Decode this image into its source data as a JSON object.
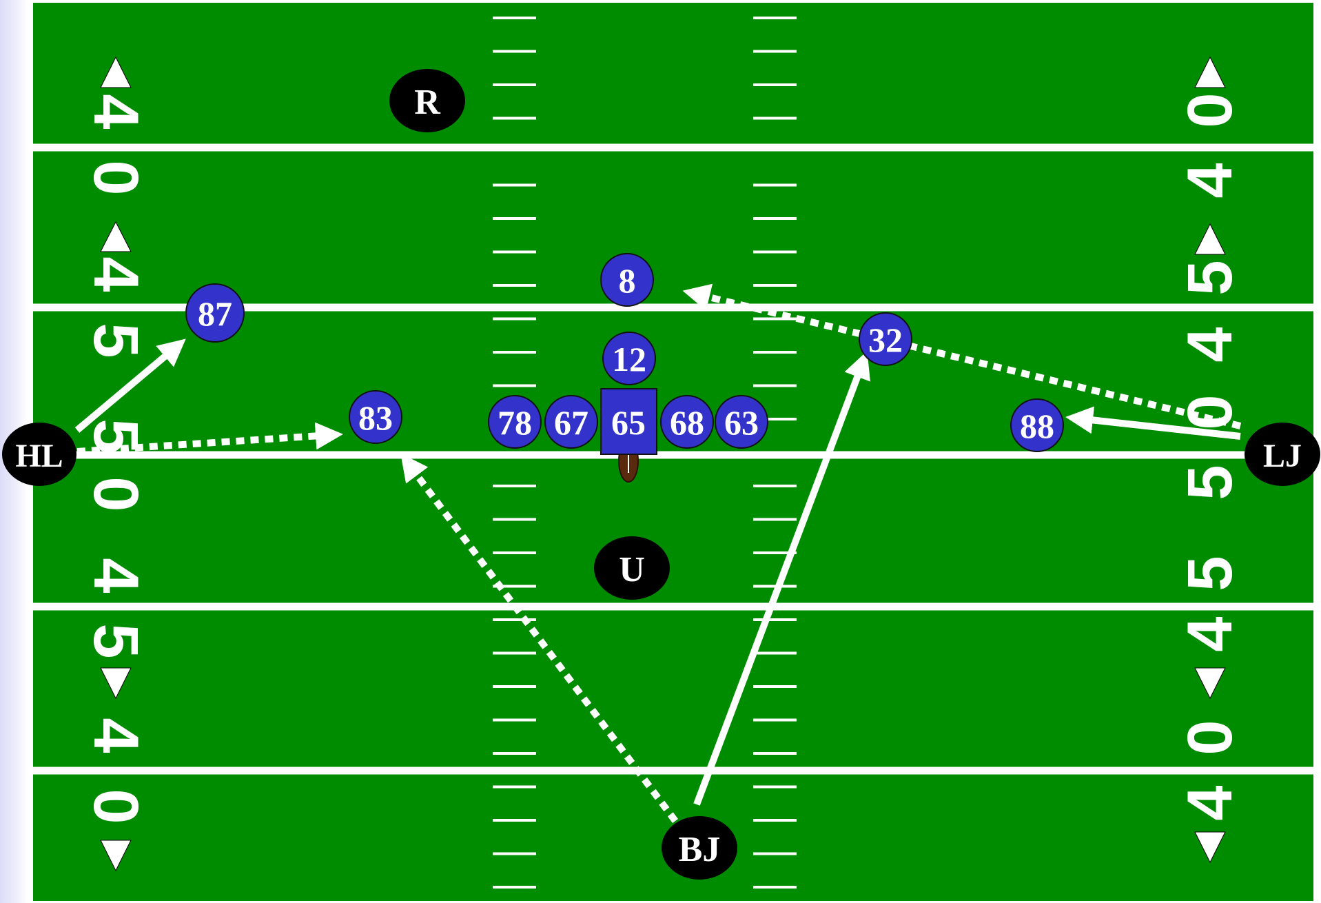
{
  "colors": {
    "field": "#008c00",
    "line": "#ffffff",
    "player_fill": "#3333cc",
    "official_fill": "#000000"
  },
  "yard_numbers": {
    "left": [
      "4",
      "0",
      "4",
      "5",
      "5",
      "0",
      "4",
      "5",
      "4",
      "0"
    ],
    "right": [
      "0",
      "4",
      "5",
      "4",
      "0",
      "5",
      "5",
      "4",
      "0",
      "4"
    ]
  },
  "players": [
    {
      "id": "p87",
      "label": "87"
    },
    {
      "id": "p83",
      "label": "83"
    },
    {
      "id": "p8",
      "label": "8"
    },
    {
      "id": "p12",
      "label": "12"
    },
    {
      "id": "p78",
      "label": "78"
    },
    {
      "id": "p67",
      "label": "67"
    },
    {
      "id": "p65",
      "label": "65"
    },
    {
      "id": "p68",
      "label": "68"
    },
    {
      "id": "p63",
      "label": "63"
    },
    {
      "id": "p32",
      "label": "32"
    },
    {
      "id": "p88",
      "label": "88"
    }
  ],
  "officials": [
    {
      "id": "R",
      "label": "R"
    },
    {
      "id": "U",
      "label": "U"
    },
    {
      "id": "HL",
      "label": "HL"
    },
    {
      "id": "LJ",
      "label": "LJ"
    },
    {
      "id": "BJ",
      "label": "BJ"
    }
  ]
}
